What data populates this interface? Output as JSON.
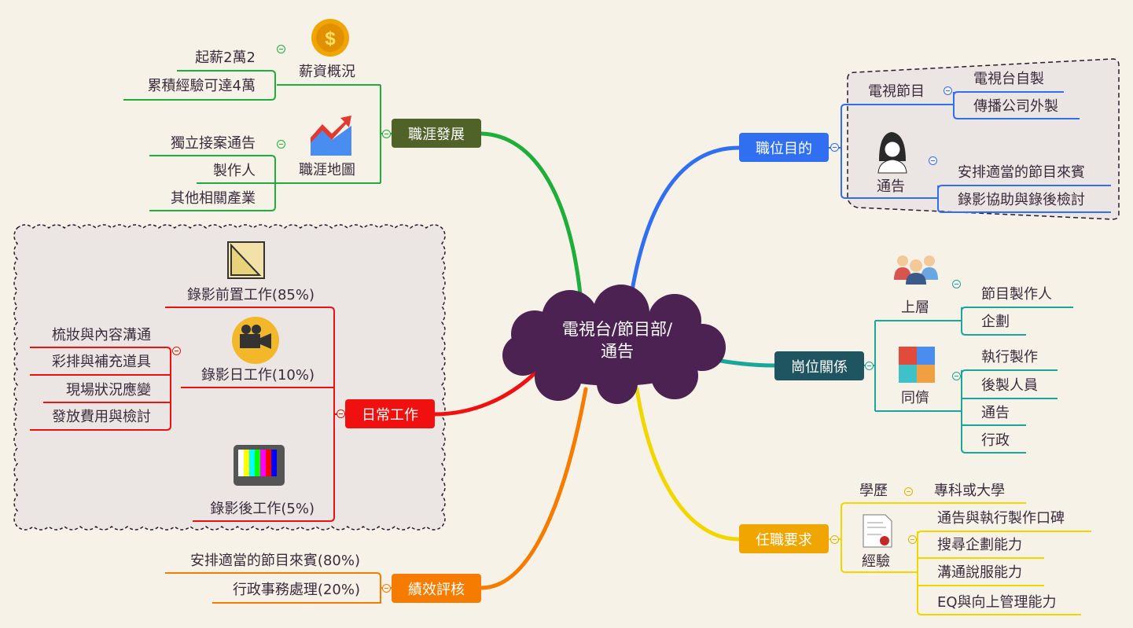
{
  "center": {
    "line1": "電視台/節目部/",
    "line2": "通告"
  },
  "career": {
    "label": "職涯發展",
    "salary": {
      "label": "薪資概況",
      "items": [
        "起薪2萬2",
        "累積經驗可達4萬"
      ]
    },
    "map": {
      "label": "職涯地圖",
      "items": [
        "獨立接案通告",
        "製作人",
        "其他相關產業"
      ]
    }
  },
  "purpose": {
    "label": "職位目的",
    "programs": {
      "label": "電視節目",
      "items": [
        "電視台自製",
        "傳播公司外製"
      ]
    },
    "announcer": {
      "label": "通告",
      "items": [
        "安排適當的節目來賓",
        "錄影協助與錄後檢討"
      ]
    }
  },
  "relations": {
    "label": "崗位關係",
    "upper": {
      "label": "上層",
      "items": [
        "節目製作人",
        "企劃"
      ]
    },
    "peers": {
      "label": "同儕",
      "items": [
        "執行製作",
        "後製人員",
        "通告",
        "行政"
      ]
    }
  },
  "requirements": {
    "label": "任職要求",
    "education": {
      "label": "學歷",
      "items": [
        "專科或大學"
      ]
    },
    "experience": {
      "label": "經驗",
      "items": [
        "通告與執行製作口碑",
        "搜尋企劃能力",
        "溝通說服能力",
        "EQ與向上管理能力"
      ]
    }
  },
  "daily": {
    "label": "日常工作",
    "pre": {
      "label": "錄影前置工作(85%)"
    },
    "day": {
      "label": "錄影日工作(10%)",
      "items": [
        "梳妝與內容溝通",
        "彩排與補充道具",
        "現場狀況應變",
        "發放費用與檢討"
      ]
    },
    "post": {
      "label": "錄影後工作(5%)"
    }
  },
  "performance": {
    "label": "績效評核",
    "items": [
      "安排適當的節目來賓(80%)",
      "行政事務處理(20%)"
    ]
  },
  "colors": {
    "career": "#4f6228",
    "purpose": "#2f6ff0",
    "relations": "#1f5560",
    "requirements": "#f0a500",
    "daily": "#f01010",
    "performance": "#f57c00",
    "center": "#4b2252"
  }
}
